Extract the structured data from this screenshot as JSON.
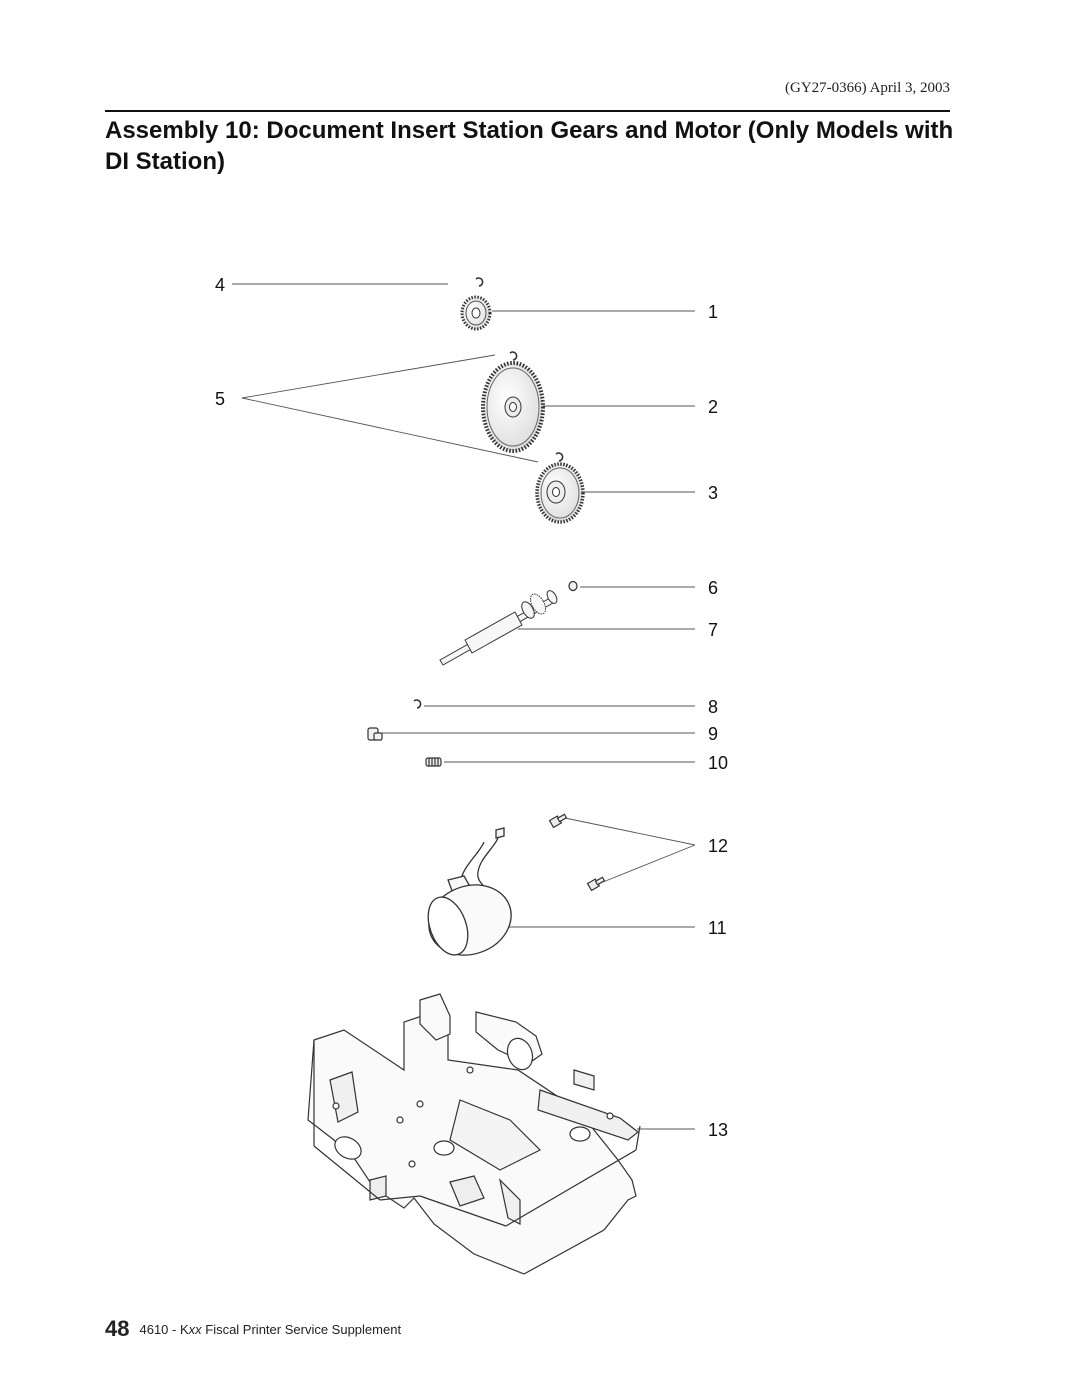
{
  "header": {
    "doc_ref": "(GY27-0366) April 3, 2003"
  },
  "title": "Assembly 10: Document Insert Station Gears and Motor (Only Models with DI Station)",
  "figure": {
    "callouts": [
      "4",
      "1",
      "5",
      "2",
      "3",
      "6",
      "7",
      "8",
      "9",
      "10",
      "12",
      "11",
      "13"
    ]
  },
  "footer": {
    "page_number": "48",
    "model": "4610 - K",
    "model_suffix": "xx",
    "doc_title": " Fiscal Printer Service Supplement"
  }
}
